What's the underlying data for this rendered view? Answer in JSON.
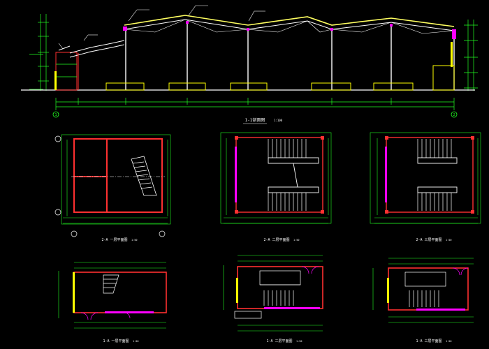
{
  "colors": {
    "background": "#000000",
    "wall": "#ff3030",
    "dimension": "#20ff20",
    "grid": "#ffffff",
    "accent": "#ff00ff",
    "fill": "#ffff00",
    "roof": "#ffffff"
  },
  "section": {
    "title": "1-1剖面图",
    "scale": "1:100"
  },
  "plans": [
    {
      "title": "2-A 一层平面图",
      "scale": "1:50"
    },
    {
      "title": "2-A 二层平面图",
      "scale": "1:50"
    },
    {
      "title": "2-A 三层平面图",
      "scale": "1:50"
    },
    {
      "title": "1-A 一层平面图",
      "scale": "1:50"
    },
    {
      "title": "1-A 二层平面图",
      "scale": "1:50"
    },
    {
      "title": "1-A 三层平面图",
      "scale": "1:50"
    }
  ],
  "axis_labels": {
    "section_left": "1",
    "section_right": "2"
  }
}
